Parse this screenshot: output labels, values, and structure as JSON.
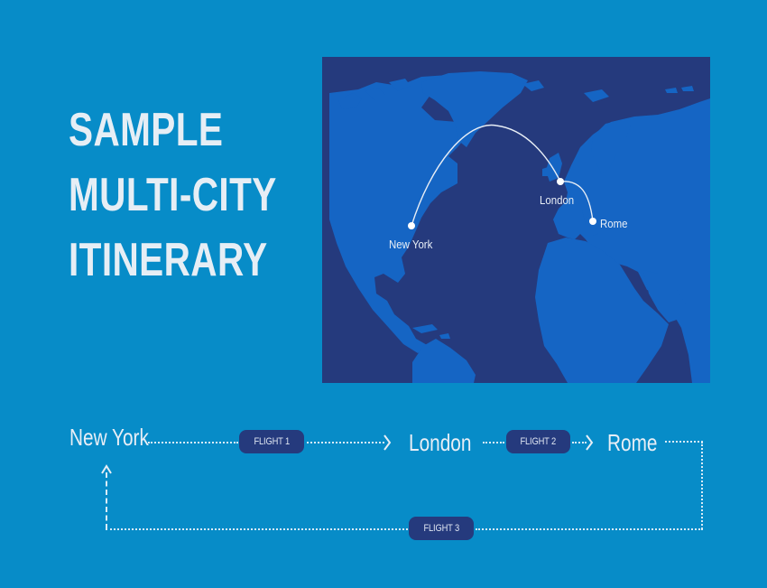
{
  "title": {
    "lines": [
      "SAMPLE",
      "MULTI-CITY",
      "ITINERARY"
    ]
  },
  "map": {
    "cities": [
      {
        "name": "New York"
      },
      {
        "name": "London"
      },
      {
        "name": "Rome"
      }
    ]
  },
  "route": {
    "stops": [
      "New York",
      "London",
      "Rome"
    ],
    "flights": [
      {
        "label": "FLIGHT 1",
        "from": "New York",
        "to": "London"
      },
      {
        "label": "FLIGHT 2",
        "from": "London",
        "to": "Rome"
      },
      {
        "label": "FLIGHT 3",
        "from": "Rome",
        "to": "New York"
      }
    ]
  },
  "colors": {
    "background": "#078cc8",
    "ocean": "#253a7d",
    "land": "#1565c4",
    "pill": "#253a7d",
    "text": "#e8eef6"
  }
}
